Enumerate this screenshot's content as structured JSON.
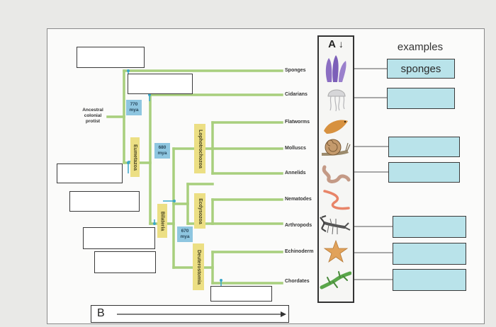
{
  "colors": {
    "tree_line": "#a8cf7d",
    "marker_blue": "#3aa6c9",
    "example_fill": "#b9e3ea",
    "badge_yellow": "#ecdf84",
    "badge_blue": "#8ec6e0"
  },
  "root": {
    "label_lines": [
      "Ancestral",
      "colonial",
      "protist"
    ]
  },
  "clades": {
    "eumetazoa": "Eumetazoa",
    "bilateria": "Bilateria",
    "lophotrochozoa": "Lophotrochozoa",
    "ecdysozoa": "Ecdysozoa",
    "deuterostomia": "Deuterostomia"
  },
  "times": {
    "t770": {
      "num": "770",
      "unit": "mya"
    },
    "t680": {
      "num": "680",
      "unit": "mya"
    },
    "t670": {
      "num": "670",
      "unit": "mya"
    }
  },
  "taxa": [
    "Sponges",
    "Cidarians",
    "Flatworms",
    "Molluscs",
    "Annelids",
    "Nematodes",
    "Arthropods",
    "Echinoderm",
    "Chordates"
  ],
  "column_a": {
    "letter": "A",
    "arrow": "↓"
  },
  "examples": {
    "header": "examples",
    "filled": "sponges"
  },
  "axis_b": {
    "letter": "B"
  },
  "icons": [
    "sponge-icon",
    "jellyfish-icon",
    "flatworm-icon",
    "snail-icon",
    "annelid-worm-icon",
    "nematode-icon",
    "lobster-icon",
    "starfish-icon",
    "lizard-icon"
  ]
}
